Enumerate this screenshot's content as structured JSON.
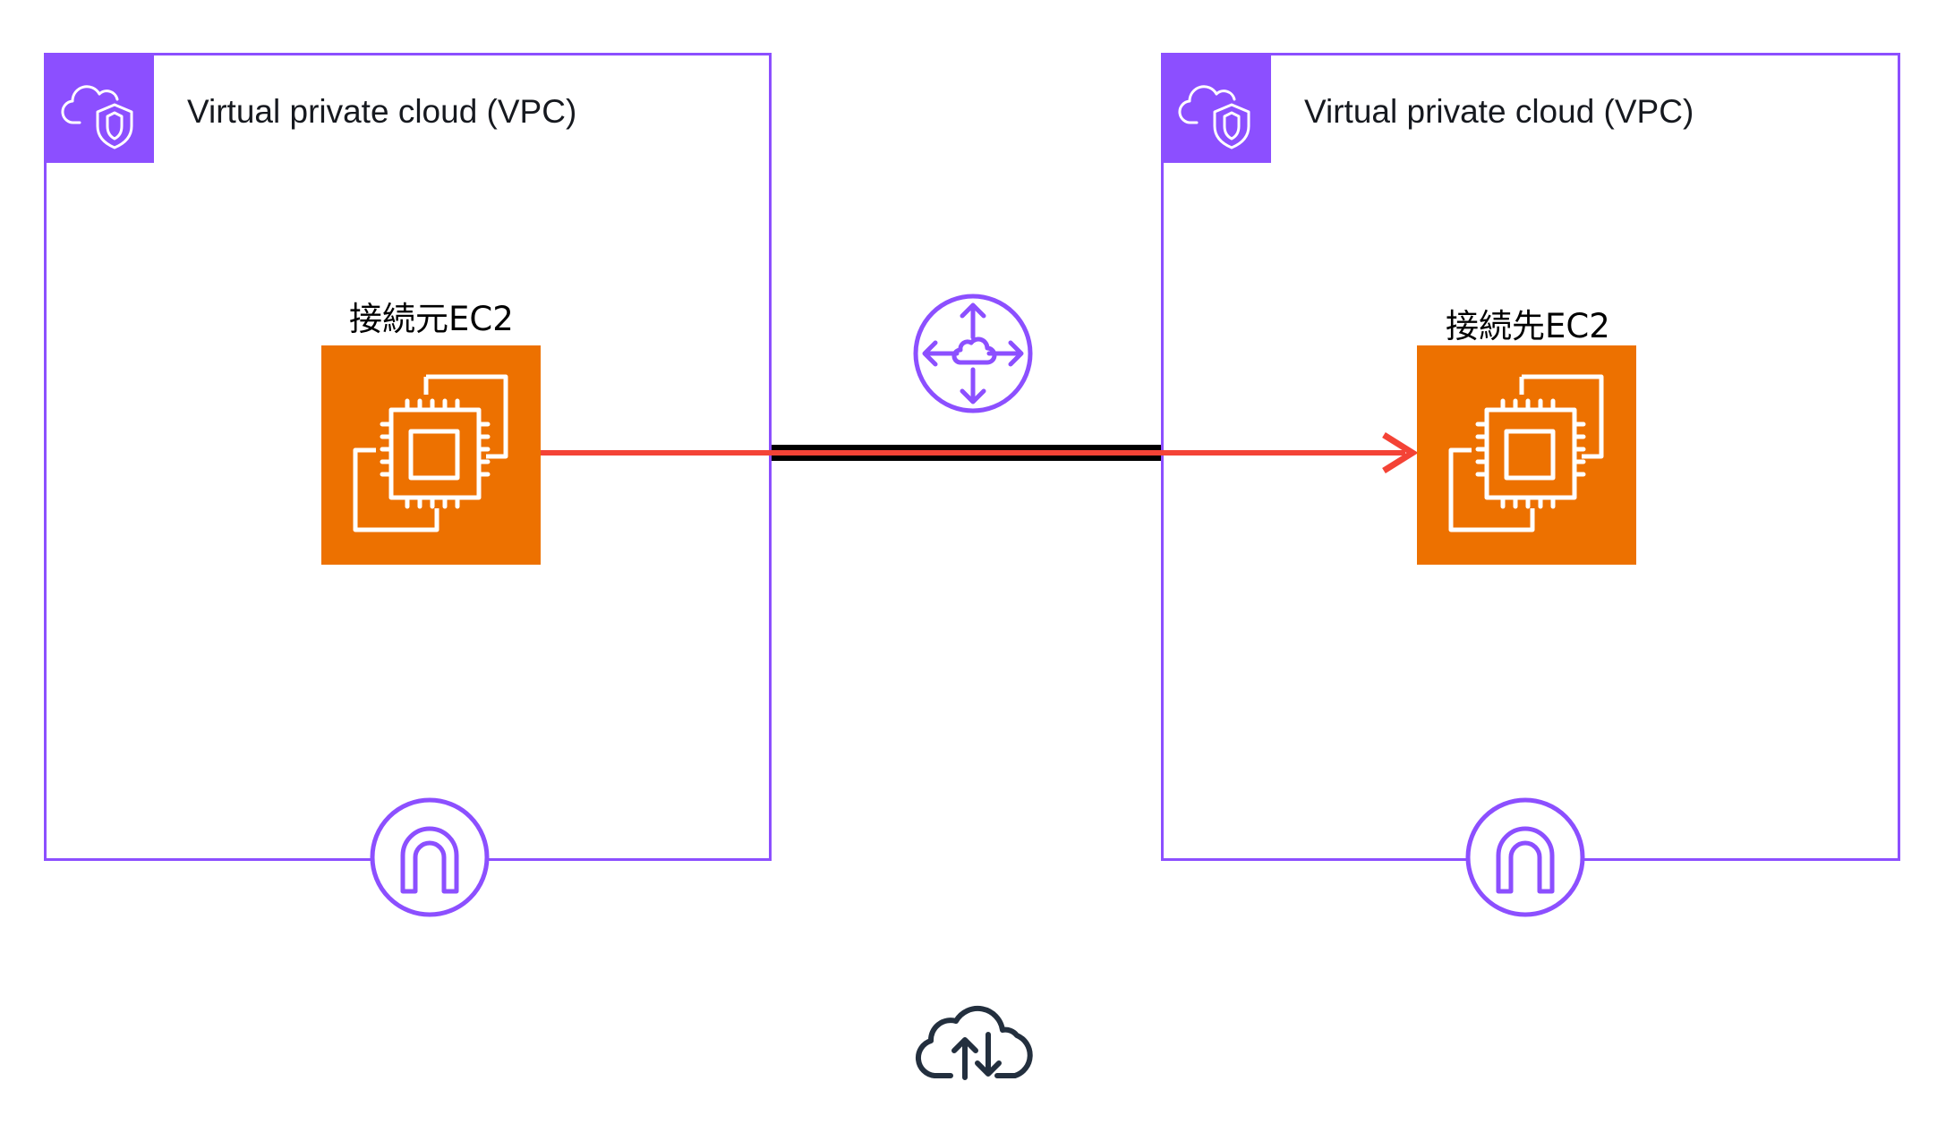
{
  "vpcs": [
    {
      "title": "Virtual private cloud (VPC)",
      "icon": "vpc-cloud-shield-icon"
    },
    {
      "title": "Virtual private cloud (VPC)",
      "icon": "vpc-cloud-shield-icon"
    }
  ],
  "instances": [
    {
      "label": "接続元EC2",
      "icon": "ec2-instances-icon"
    },
    {
      "label": "接続先EC2",
      "icon": "ec2-instances-icon"
    }
  ],
  "icons": {
    "peering": "vpc-router-icon",
    "gateway": "internet-gateway-icon",
    "transfer": "cloud-upload-download-icon"
  },
  "colors": {
    "vpc_purple": "#8c4fff",
    "ec2_orange": "#ed7100",
    "arrow_red": "#f44336",
    "connection_black": "#000000",
    "dark_icon": "#232f3e"
  }
}
